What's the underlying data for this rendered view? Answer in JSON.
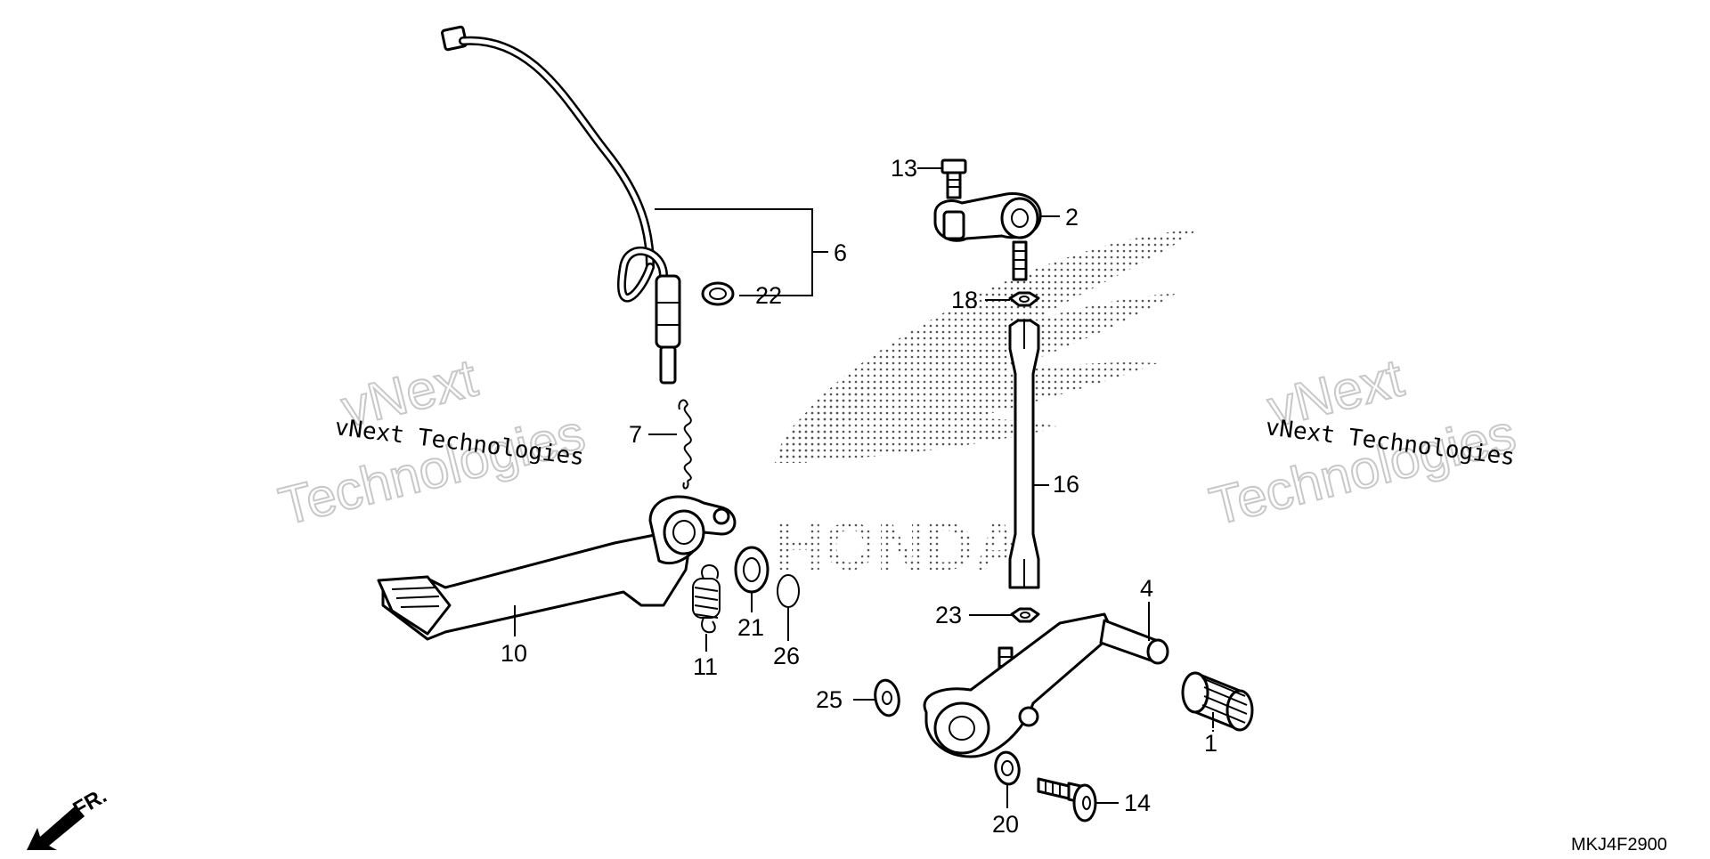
{
  "diagram": {
    "code": "MKJ4F2900",
    "watermark_small": "vNext Technologies",
    "watermark_big_1": "vNext",
    "watermark_big_2": "Technologies",
    "logo_text": "HONDA",
    "front_marker": "FR.",
    "callouts": {
      "c1": "1",
      "c2": "2",
      "c4": "4",
      "c6": "6",
      "c7": "7",
      "c10": "10",
      "c11": "11",
      "c13": "13",
      "c14": "14",
      "c16": "16",
      "c18": "18",
      "c20": "20",
      "c21": "21",
      "c22": "22",
      "c23": "23",
      "c25": "25",
      "c26": "26"
    }
  }
}
